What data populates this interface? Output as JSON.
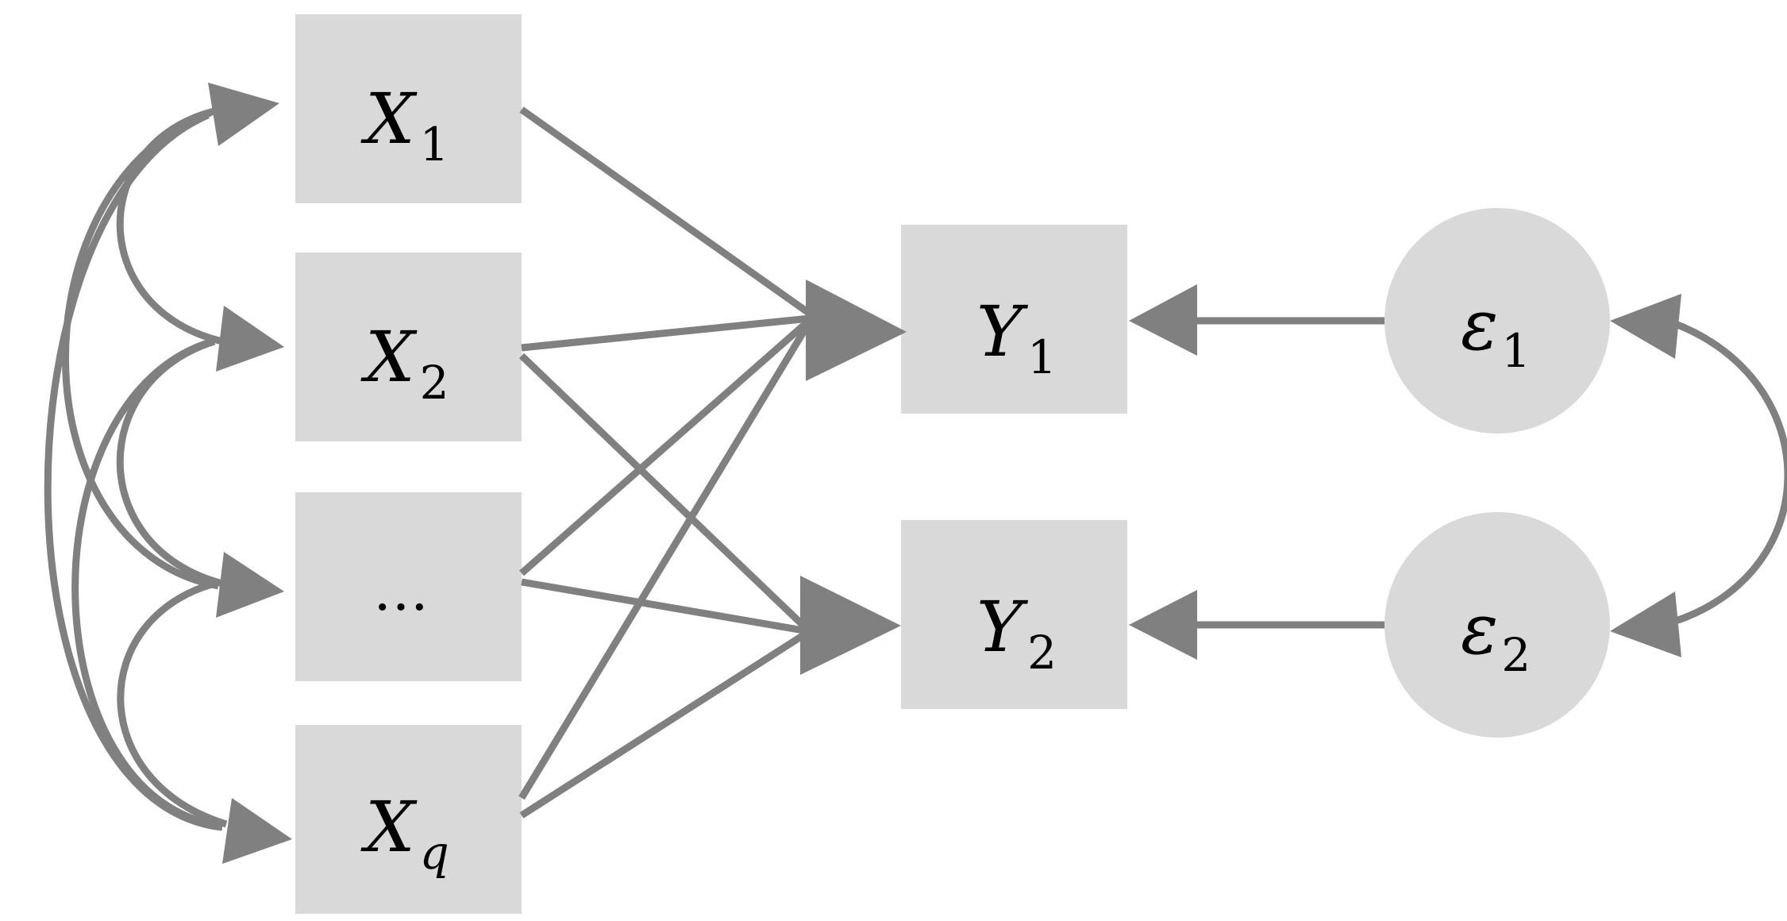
{
  "diagram": {
    "inputs": [
      {
        "id": "x1",
        "symbol": "X",
        "subscript": "1"
      },
      {
        "id": "x2",
        "symbol": "X",
        "subscript": "2"
      },
      {
        "id": "xdots",
        "symbol": "…",
        "subscript": ""
      },
      {
        "id": "xq",
        "symbol": "X",
        "subscript": "q"
      }
    ],
    "outputs": [
      {
        "id": "y1",
        "symbol": "Y",
        "subscript": "1"
      },
      {
        "id": "y2",
        "symbol": "Y",
        "subscript": "2"
      }
    ],
    "errors": [
      {
        "id": "e1",
        "symbol": "ε",
        "subscript": "1"
      },
      {
        "id": "e2",
        "symbol": "ε",
        "subscript": "2"
      }
    ],
    "colors": {
      "node_fill": "#d9d9d9",
      "edge": "#808080",
      "text": "#000000"
    }
  }
}
